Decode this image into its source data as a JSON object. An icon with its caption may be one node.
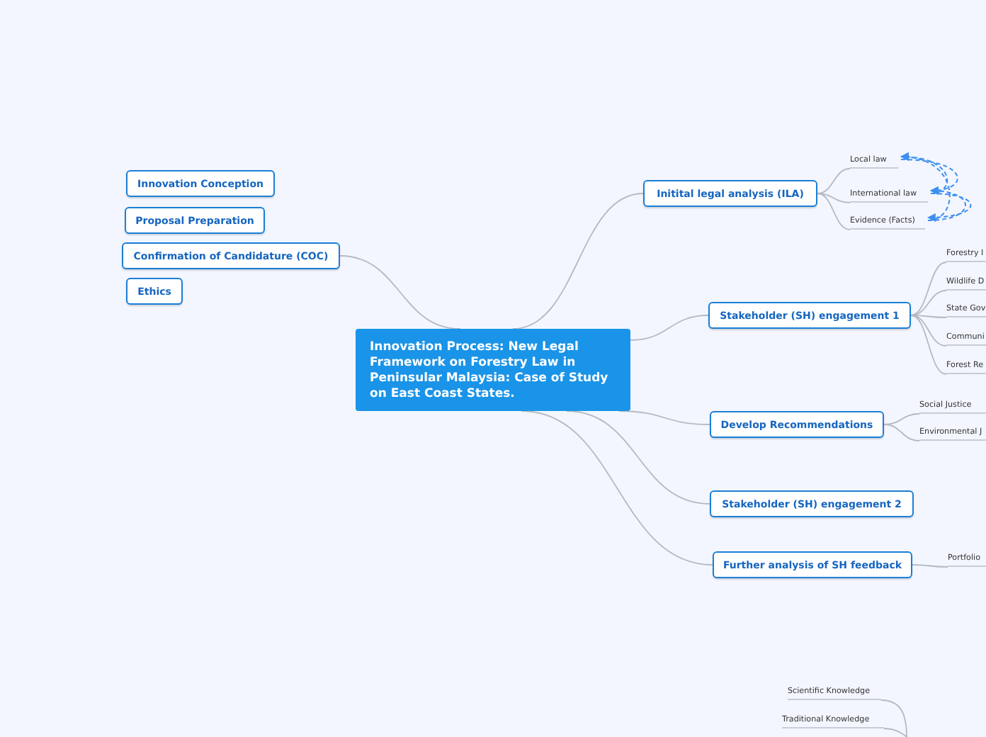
{
  "diagram": {
    "nodes": [
      {
        "text": [
          "Innovation Process: New Legal Framework on Forestry Law in Peninsular Malaysia: Case of Study on East Coast States."
        ]
      },
      {
        "text": [
          "Innovation Conception"
        ]
      },
      {
        "text": [
          "Proposal Preparation"
        ]
      },
      {
        "text": [
          "Confirmation of Candidature (COC)"
        ]
      },
      {
        "text": [
          "Ethics"
        ]
      },
      {
        "text": [
          "Initital legal analysis (ILA)"
        ]
      },
      {
        "text": [
          "Local law"
        ]
      },
      {
        "text": [
          "International law"
        ]
      },
      {
        "text": [
          "Evidence (Facts)"
        ]
      },
      {
        "text": [
          "Stakeholder (SH) engagement 1"
        ]
      },
      {
        "text": [
          "Forestry I"
        ]
      },
      {
        "text": [
          "Wildlife D"
        ]
      },
      {
        "text": [
          "State Gov"
        ]
      },
      {
        "text": [
          "Communi"
        ]
      },
      {
        "text": [
          "Forest Re"
        ]
      },
      {
        "text": [
          "Develop Recommendations"
        ]
      },
      {
        "text": [
          "Social Justice"
        ]
      },
      {
        "text": [
          "Environmental J"
        ]
      },
      {
        "text": [
          "Stakeholder (SH) engagement 2"
        ]
      },
      {
        "text": [
          "Further analysis of SH feedback"
        ]
      },
      {
        "text": [
          "Portfolio"
        ]
      },
      {
        "text": [
          "Scientific Knowledge"
        ]
      },
      {
        "text": [
          "Traditional Knowledge"
        ]
      }
    ],
    "edges": [
      {
        "from": 0,
        "to": 3,
        "arrow": "none"
      },
      {
        "from": 0,
        "to": 5,
        "arrow": "none"
      },
      {
        "from": 0,
        "to": 9,
        "arrow": "none"
      },
      {
        "from": 0,
        "to": 15,
        "arrow": "none"
      },
      {
        "from": 0,
        "to": 18,
        "arrow": "none"
      },
      {
        "from": 0,
        "to": 19,
        "arrow": "none"
      },
      {
        "from": 5,
        "to": 6,
        "arrow": "none"
      },
      {
        "from": 5,
        "to": 7,
        "arrow": "none"
      },
      {
        "from": 5,
        "to": 8,
        "arrow": "none"
      },
      {
        "from": 9,
        "to": 10,
        "arrow": "none"
      },
      {
        "from": 9,
        "to": 11,
        "arrow": "none"
      },
      {
        "from": 9,
        "to": 12,
        "arrow": "none"
      },
      {
        "from": 9,
        "to": 13,
        "arrow": "none"
      },
      {
        "from": 9,
        "to": 14,
        "arrow": "none"
      },
      {
        "from": 15,
        "to": 16,
        "arrow": "none"
      },
      {
        "from": 15,
        "to": 17,
        "arrow": "none"
      },
      {
        "from": 19,
        "to": 20,
        "arrow": "none"
      },
      {
        "from": 21,
        "to": null,
        "arrow": "none"
      },
      {
        "from": 22,
        "to": null,
        "arrow": "none"
      },
      {
        "from": 7,
        "to": 6,
        "arrow": "to",
        "style": "dashed",
        "color": "#3b8ff0"
      },
      {
        "from": 8,
        "to": 6,
        "arrow": "to",
        "style": "dashed",
        "color": "#3b8ff0"
      },
      {
        "from": 6,
        "to": 7,
        "arrow": "to",
        "style": "dashed",
        "color": "#3b8ff0"
      },
      {
        "from": 8,
        "to": 7,
        "arrow": "to",
        "style": "dashed",
        "color": "#3b8ff0"
      },
      {
        "from": 7,
        "to": 8,
        "arrow": "to",
        "style": "dashed",
        "color": "#3b8ff0"
      }
    ]
  }
}
